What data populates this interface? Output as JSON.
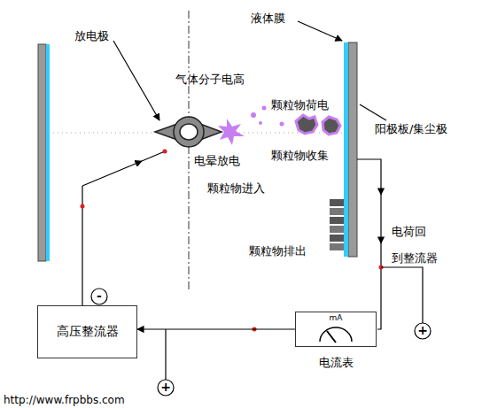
{
  "diagram": {
    "nodes": [
      {
        "text": [
          "高压整流器"
        ]
      },
      {
        "text": [
          "mA",
          "电流表"
        ]
      }
    ],
    "edges": [
      {
        "from": 1,
        "to": 0,
        "arrow": "to"
      }
    ],
    "labels": [
      "放电极",
      "气体分子电高",
      "电晕放电",
      "颗粒物进入",
      "液体膜",
      "颗粒物荷电",
      "颗粒物收集",
      "阳极板/集尘极",
      "颗粒物排出",
      "电荷回",
      "到整流器",
      "-",
      "+",
      "+",
      "http://www.frpbbs.com"
    ]
  }
}
